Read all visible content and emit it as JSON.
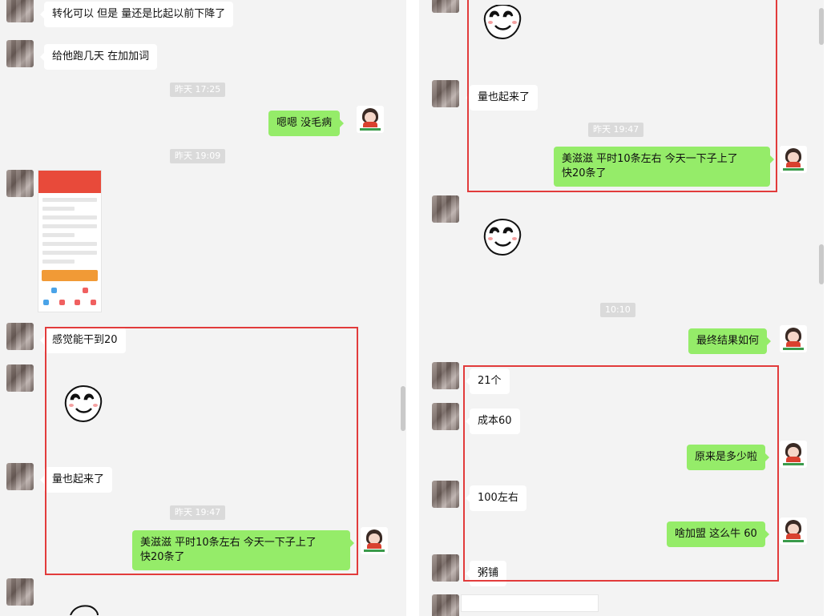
{
  "left": {
    "messages": {
      "m1": "转化可以 但是 量还是比起以前下降了",
      "m2": "给他跑几天 在加加词",
      "m3": "嗯嗯   没毛病",
      "m4": "感觉能干到20",
      "m5": "量也起来了",
      "m6_line1": "美滋滋    平时10条左右   今天一下子上了",
      "m6_line2": "快20条了"
    },
    "times": {
      "t1": "昨天 17:25",
      "t2": "昨天 19:09",
      "t3": "昨天 19:47"
    }
  },
  "right": {
    "messages": {
      "m1": "量也起来了",
      "m2_line1": "美滋滋    平时10条左右   今天一下子上了",
      "m2_line2": "快20条了",
      "m3": "最终结果如何",
      "m4": "21个",
      "m5": "成本60",
      "m6": "原来是多少啦",
      "m7": "100左右",
      "m8": "啥加盟  这么牛 60",
      "m9": "粥铺"
    },
    "times": {
      "t1": "昨天 19:47",
      "t2": "10:10"
    }
  },
  "colors": {
    "outgoing_bubble": "#95ec69",
    "incoming_bubble": "#ffffff",
    "highlight": "#e23b3b",
    "chat_bg": "#f3f3f3"
  }
}
